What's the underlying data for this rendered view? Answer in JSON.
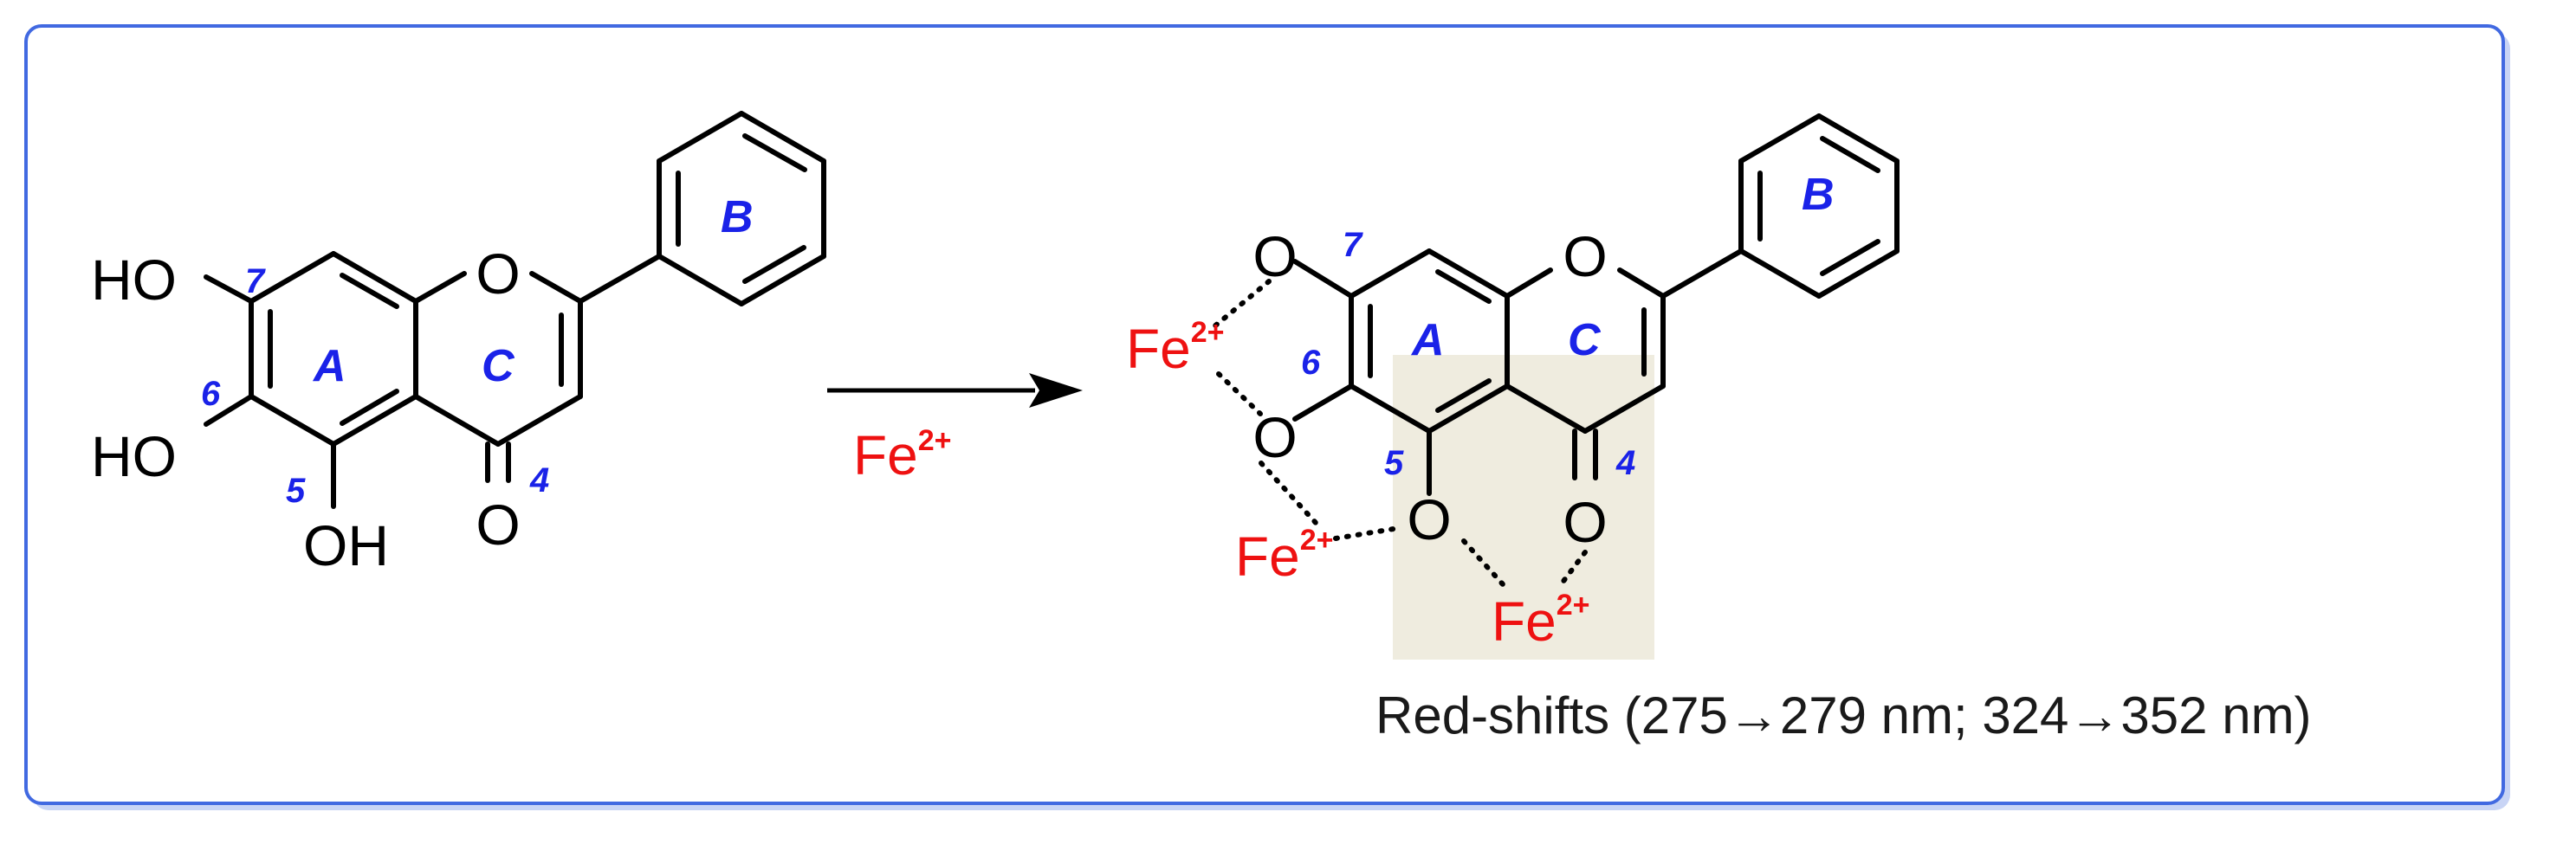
{
  "colors": {
    "frame": "#4169e1",
    "bond": "#000000",
    "label_blue": "#1a22e8",
    "iron_red": "#ee1111",
    "highlight": "#efecdf"
  },
  "reactant": {
    "hydroxyl_7": "HO",
    "hydroxyl_6": "HO",
    "hydroxyl_5": "OH",
    "ring_oxygen": "O",
    "carbonyl_oxygen": "O",
    "position_7": "7",
    "position_6": "6",
    "position_5": "5",
    "position_4": "4",
    "ring_a": "A",
    "ring_b": "B",
    "ring_c": "C"
  },
  "reagent": {
    "symbol": "Fe",
    "charge": "2+"
  },
  "product": {
    "oxygen_7": "O",
    "oxygen_6": "O",
    "oxygen_5": "O",
    "ring_oxygen": "O",
    "carbonyl_oxygen": "O",
    "position_7": "7",
    "position_6": "6",
    "position_5": "5",
    "position_4": "4",
    "ring_a": "A",
    "ring_b": "B",
    "ring_c": "C",
    "iron_1": {
      "symbol": "Fe",
      "charge": "2+"
    },
    "iron_2": {
      "symbol": "Fe",
      "charge": "2+"
    },
    "iron_3": {
      "symbol": "Fe",
      "charge": "2+"
    }
  },
  "caption": "Red-shifts (275→279 nm; 324→352 nm)"
}
